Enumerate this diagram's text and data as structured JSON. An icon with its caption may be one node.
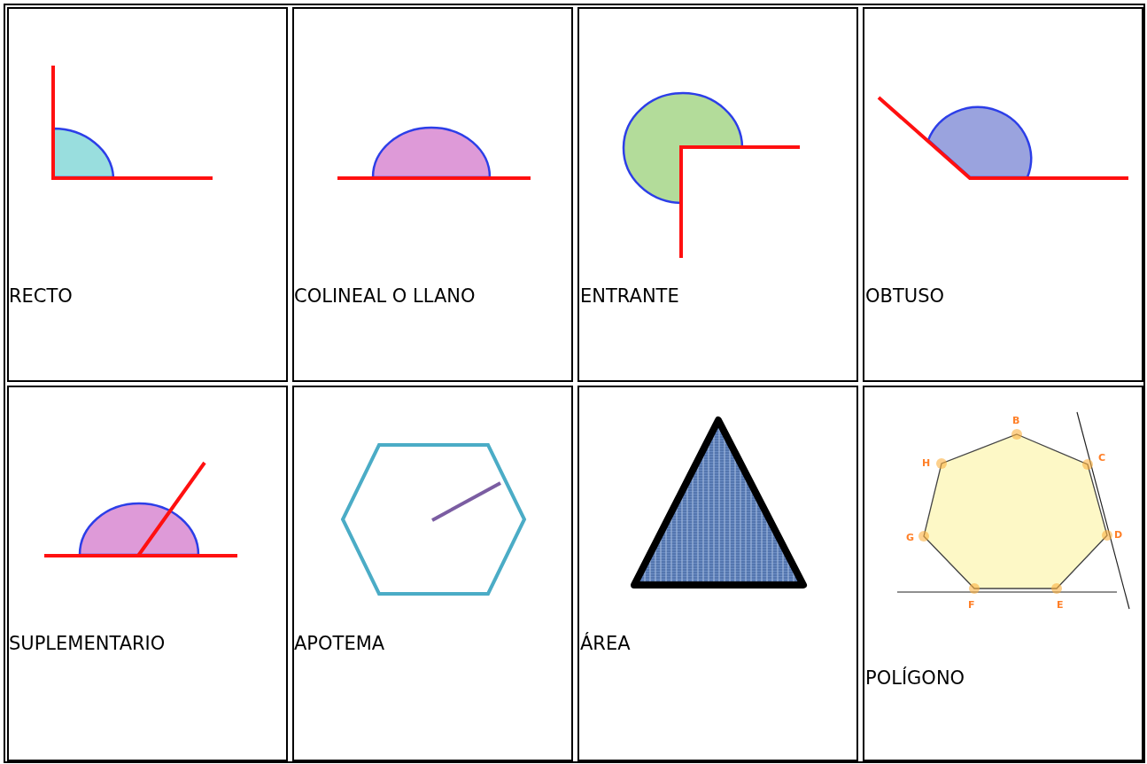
{
  "diagram": {
    "labels": [
      "RECTO",
      "COLINEAL O LLANO",
      "ENTRANTE",
      "OBTUSO",
      "SUPLEMENTARIO",
      "APOTEMA",
      "ÁREA",
      "B",
      "H",
      "C",
      "G",
      "D",
      "F",
      "E",
      "POLÍGONO"
    ]
  }
}
